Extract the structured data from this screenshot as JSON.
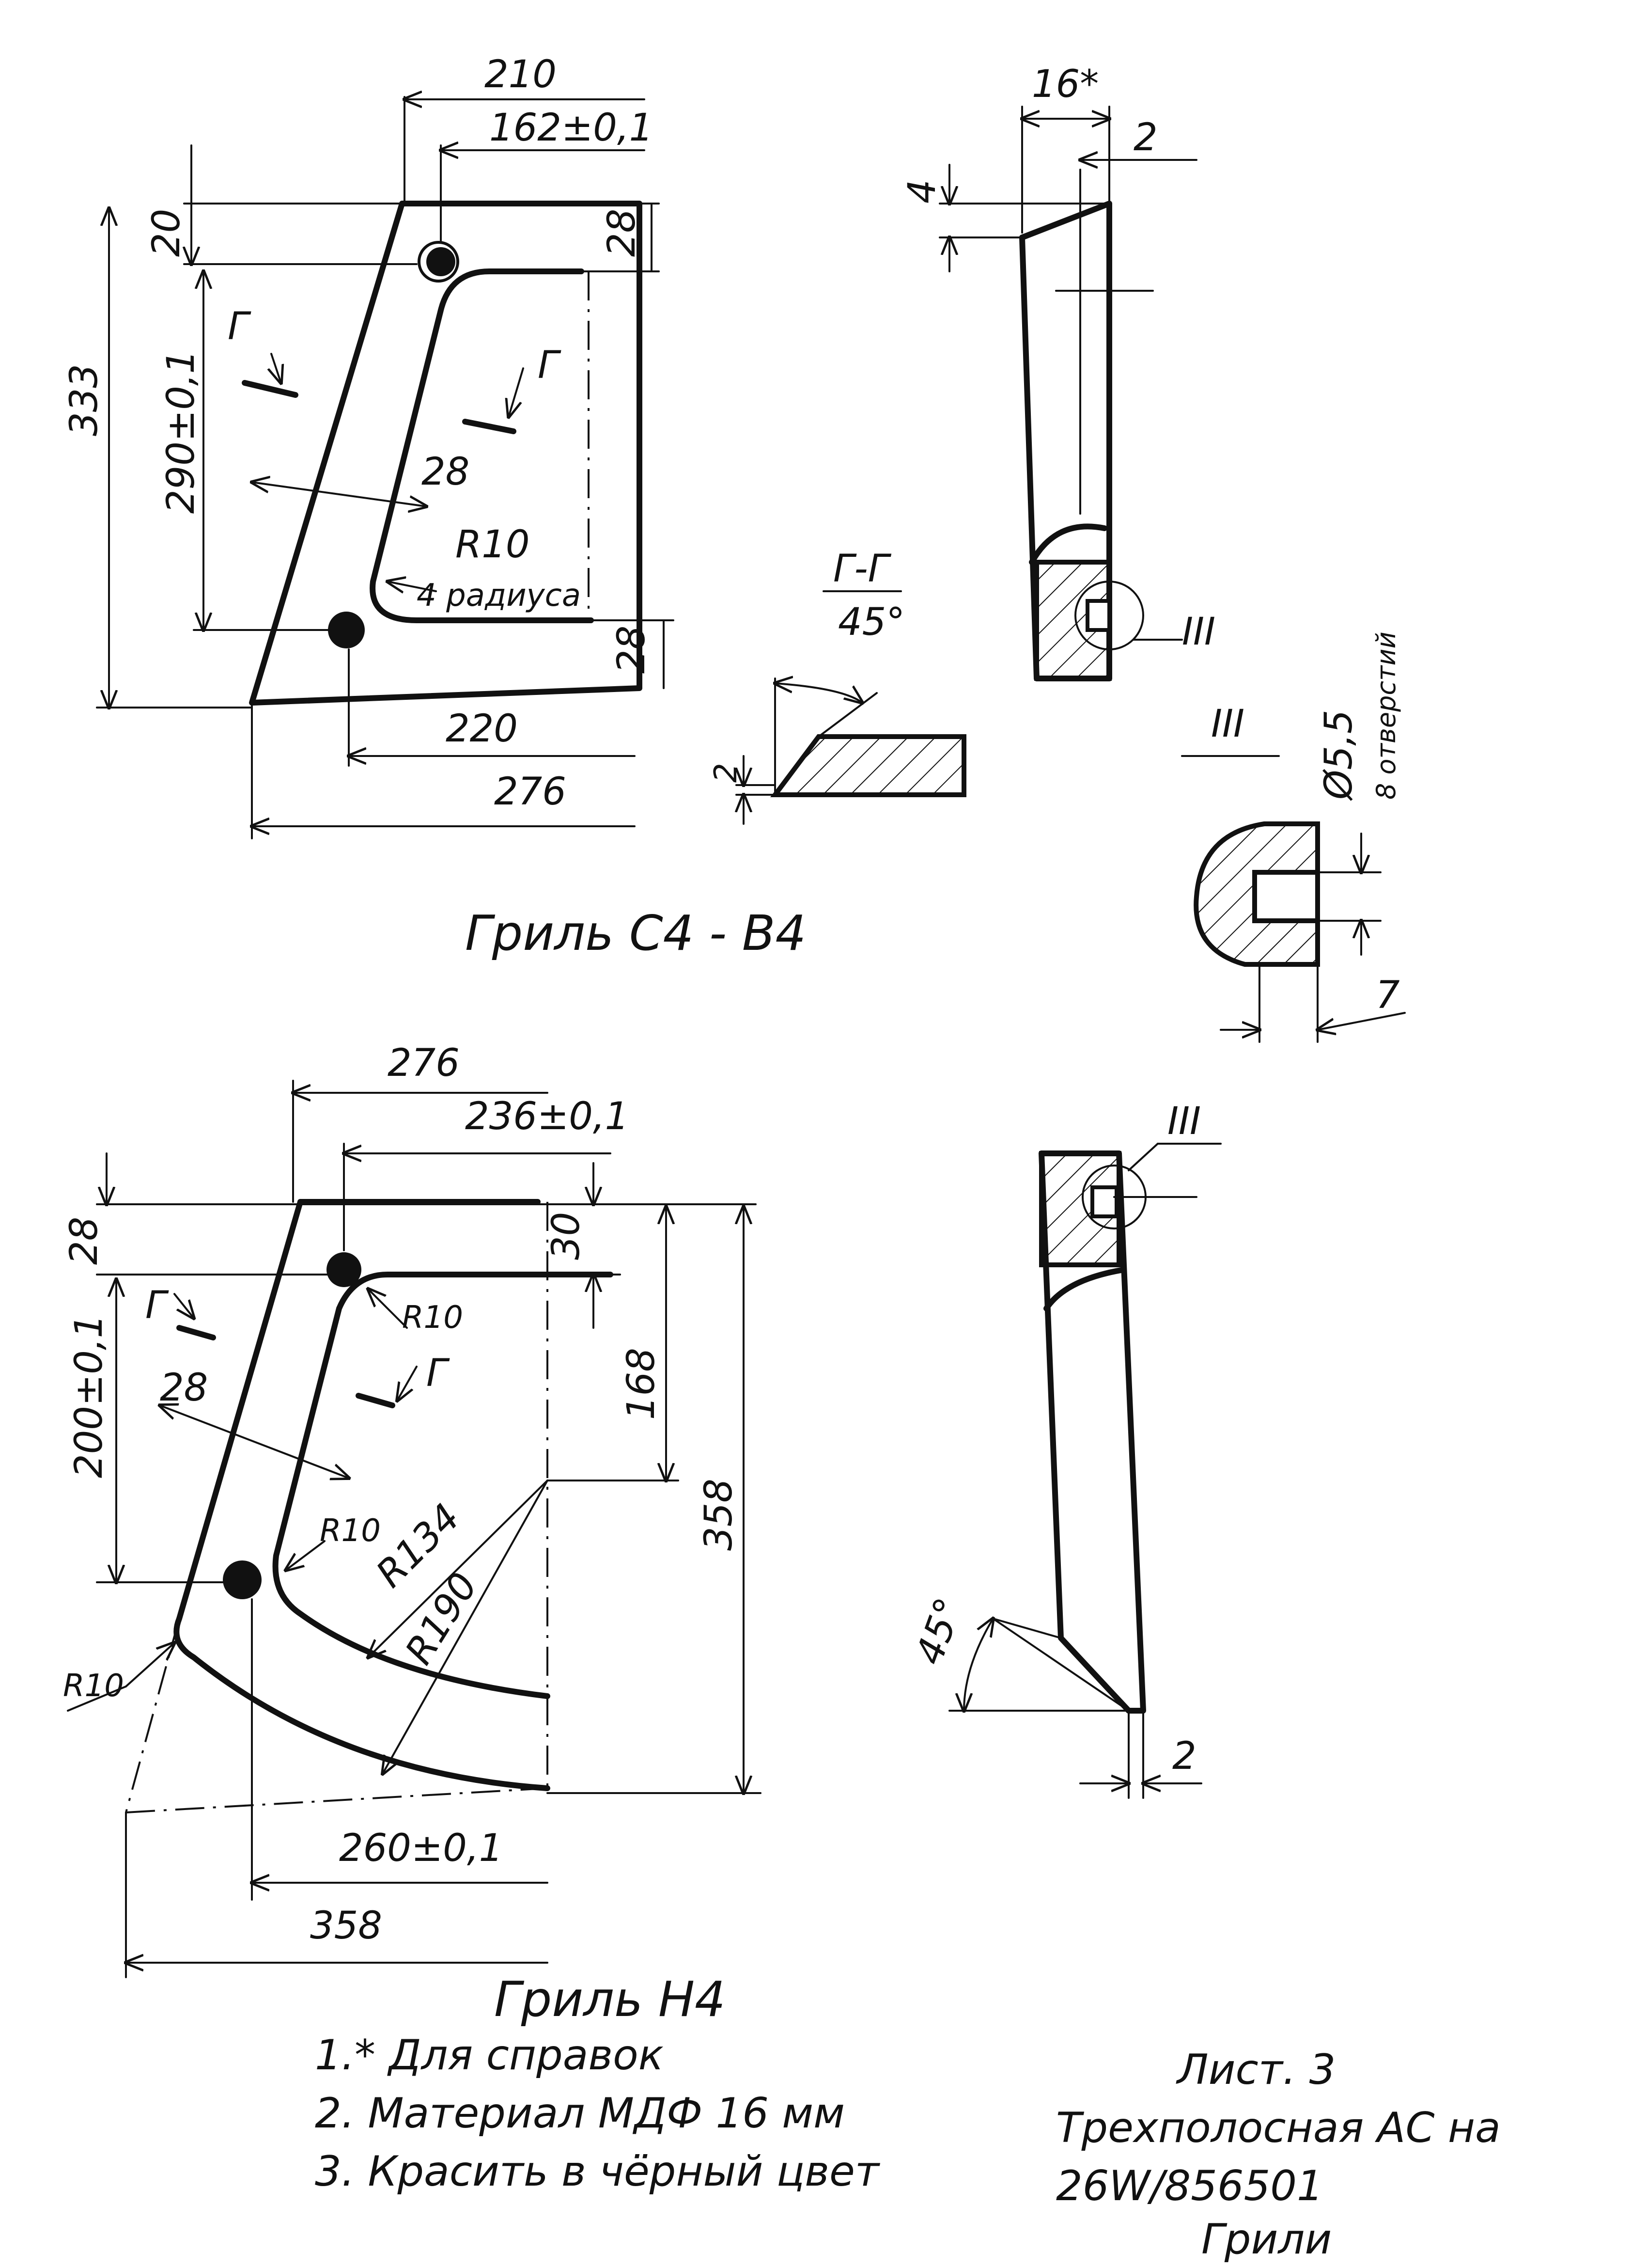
{
  "part_c4b4": {
    "title": "Гриль С4 - В4",
    "dims": {
      "d210": "210",
      "d162": "162±0,1",
      "d20": "20",
      "d28_top": "28",
      "d333": "333",
      "d290": "290±0,1",
      "d28_diag": "28",
      "r10": "R10",
      "r10_note": "4 радиуса",
      "d28_bottom": "28",
      "d220": "220",
      "d276": "276"
    },
    "section_marker": "Г"
  },
  "side_view_top": {
    "d16": "16*",
    "d2": "2",
    "d4": "4",
    "detail_ref": "III"
  },
  "section_gg": {
    "title": "Г-Г",
    "angle": "45°",
    "d2": "2"
  },
  "detail_iii": {
    "title": "III",
    "hole": "Ø5,5",
    "hole_note": "8 отверстий",
    "d7": "7"
  },
  "part_h4": {
    "title": "Гриль Н4",
    "dims": {
      "d276": "276",
      "d236": "236±0,1",
      "d28": "28",
      "d30": "30",
      "d200": "200±0,1",
      "r10_top": "R10",
      "d28_diag": "28",
      "d168": "168",
      "d358_right": "358",
      "r10_mid": "R10",
      "r134": "R134",
      "r190": "R190",
      "r10_bottom": "R10",
      "d260": "260±0,1",
      "d358_bottom": "358"
    },
    "section_marker": "Г"
  },
  "side_view_bottom": {
    "detail_ref": "III",
    "angle": "45°",
    "d2": "2"
  },
  "notes": {
    "n1": "1.* Для справок",
    "n2": "2. Материал МДФ 16 мм",
    "n3": "3. Красить в чёрный цвет"
  },
  "title_block": {
    "sheet": "Лист. 3",
    "line1": "Трехполосная АС на",
    "line2": "26W/856501",
    "line3": "Грили"
  }
}
